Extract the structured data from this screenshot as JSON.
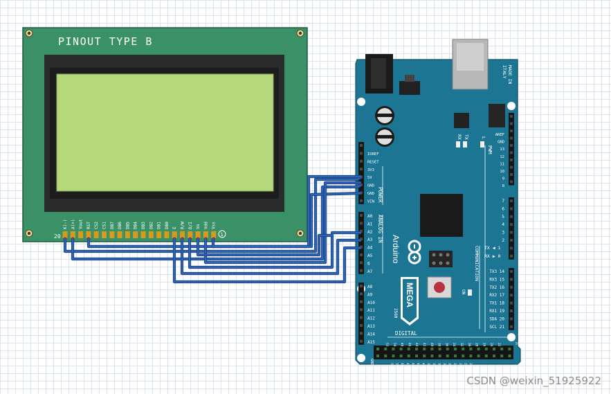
{
  "lcd": {
    "title": "PINOUT TYPE B",
    "pin_labels": [
      "K(-)",
      "A(+)",
      "Vout",
      "RST",
      "CS2",
      "CS1",
      "DB7",
      "DB6",
      "DB5",
      "DB4",
      "DB3",
      "DB2",
      "DB1",
      "DB0",
      "E",
      "R/W",
      "D/I",
      "Vo",
      "Vdd",
      "Vss"
    ],
    "pin_first": "20",
    "pin_last": "1"
  },
  "arduino": {
    "made_in": [
      "MADE IN",
      "ITALY"
    ],
    "brand": "Arduino",
    "model": "MEGA",
    "year": "2560",
    "power_header": [
      "IOREF",
      "RESET",
      "3V3",
      "5V",
      "GND",
      "GND",
      "VIN"
    ],
    "power_label": "POWER",
    "analog_label": "ANALOG IN",
    "analog_a": [
      "A0",
      "A1",
      "A2",
      "A3",
      "A4",
      "A5",
      "6",
      "A7"
    ],
    "analog_b": [
      "A8",
      "A9",
      "A10",
      "A11",
      "A12",
      "A13",
      "A14",
      "A15"
    ],
    "top_right": [
      "AREF",
      "GND",
      "13",
      "12",
      "11",
      "10",
      "9",
      "8"
    ],
    "pwm_label": "PWM",
    "pwm_pins": [
      "7",
      "6",
      "5",
      "4",
      "3",
      "2"
    ],
    "tx_label": "TX ◀ 1",
    "rx_label": "RX ▶ 0",
    "comm_label": "COMMUNICATION",
    "comm_pins": [
      "TX3 14",
      "RX3 15",
      "TX2 16",
      "RX2 17",
      "TX1 18",
      "RX1 19",
      "SDA 20",
      "SCL 21"
    ],
    "digital_label": "DIGITAL",
    "tx": "TX",
    "rx": "RX",
    "l": "L",
    "on": "ON",
    "bottom_left": "GND",
    "top_header_nums": [
      "22",
      "24",
      "26",
      "28",
      "30",
      "32",
      "34",
      "36",
      "38",
      "40",
      "42",
      "44",
      "46",
      "48",
      "50",
      "52"
    ],
    "bottom_header_nums": [
      "53",
      "51",
      "49",
      "47",
      "45",
      "43",
      "41",
      "39",
      "37",
      "35",
      "33",
      "31",
      "29",
      "27",
      "25",
      "23"
    ],
    "five_v": "5V"
  },
  "watermark": "CSDN @weixin_51925922",
  "colors": {
    "lcd_board": "#3a9168",
    "lcd_frame": "#2b2b2b",
    "lcd_screen": "#b5d97a",
    "arduino_board": "#1c7693",
    "wire": "#2e64b5",
    "pin_gold": "#d79b1c",
    "pin_red": "#b3254b"
  }
}
